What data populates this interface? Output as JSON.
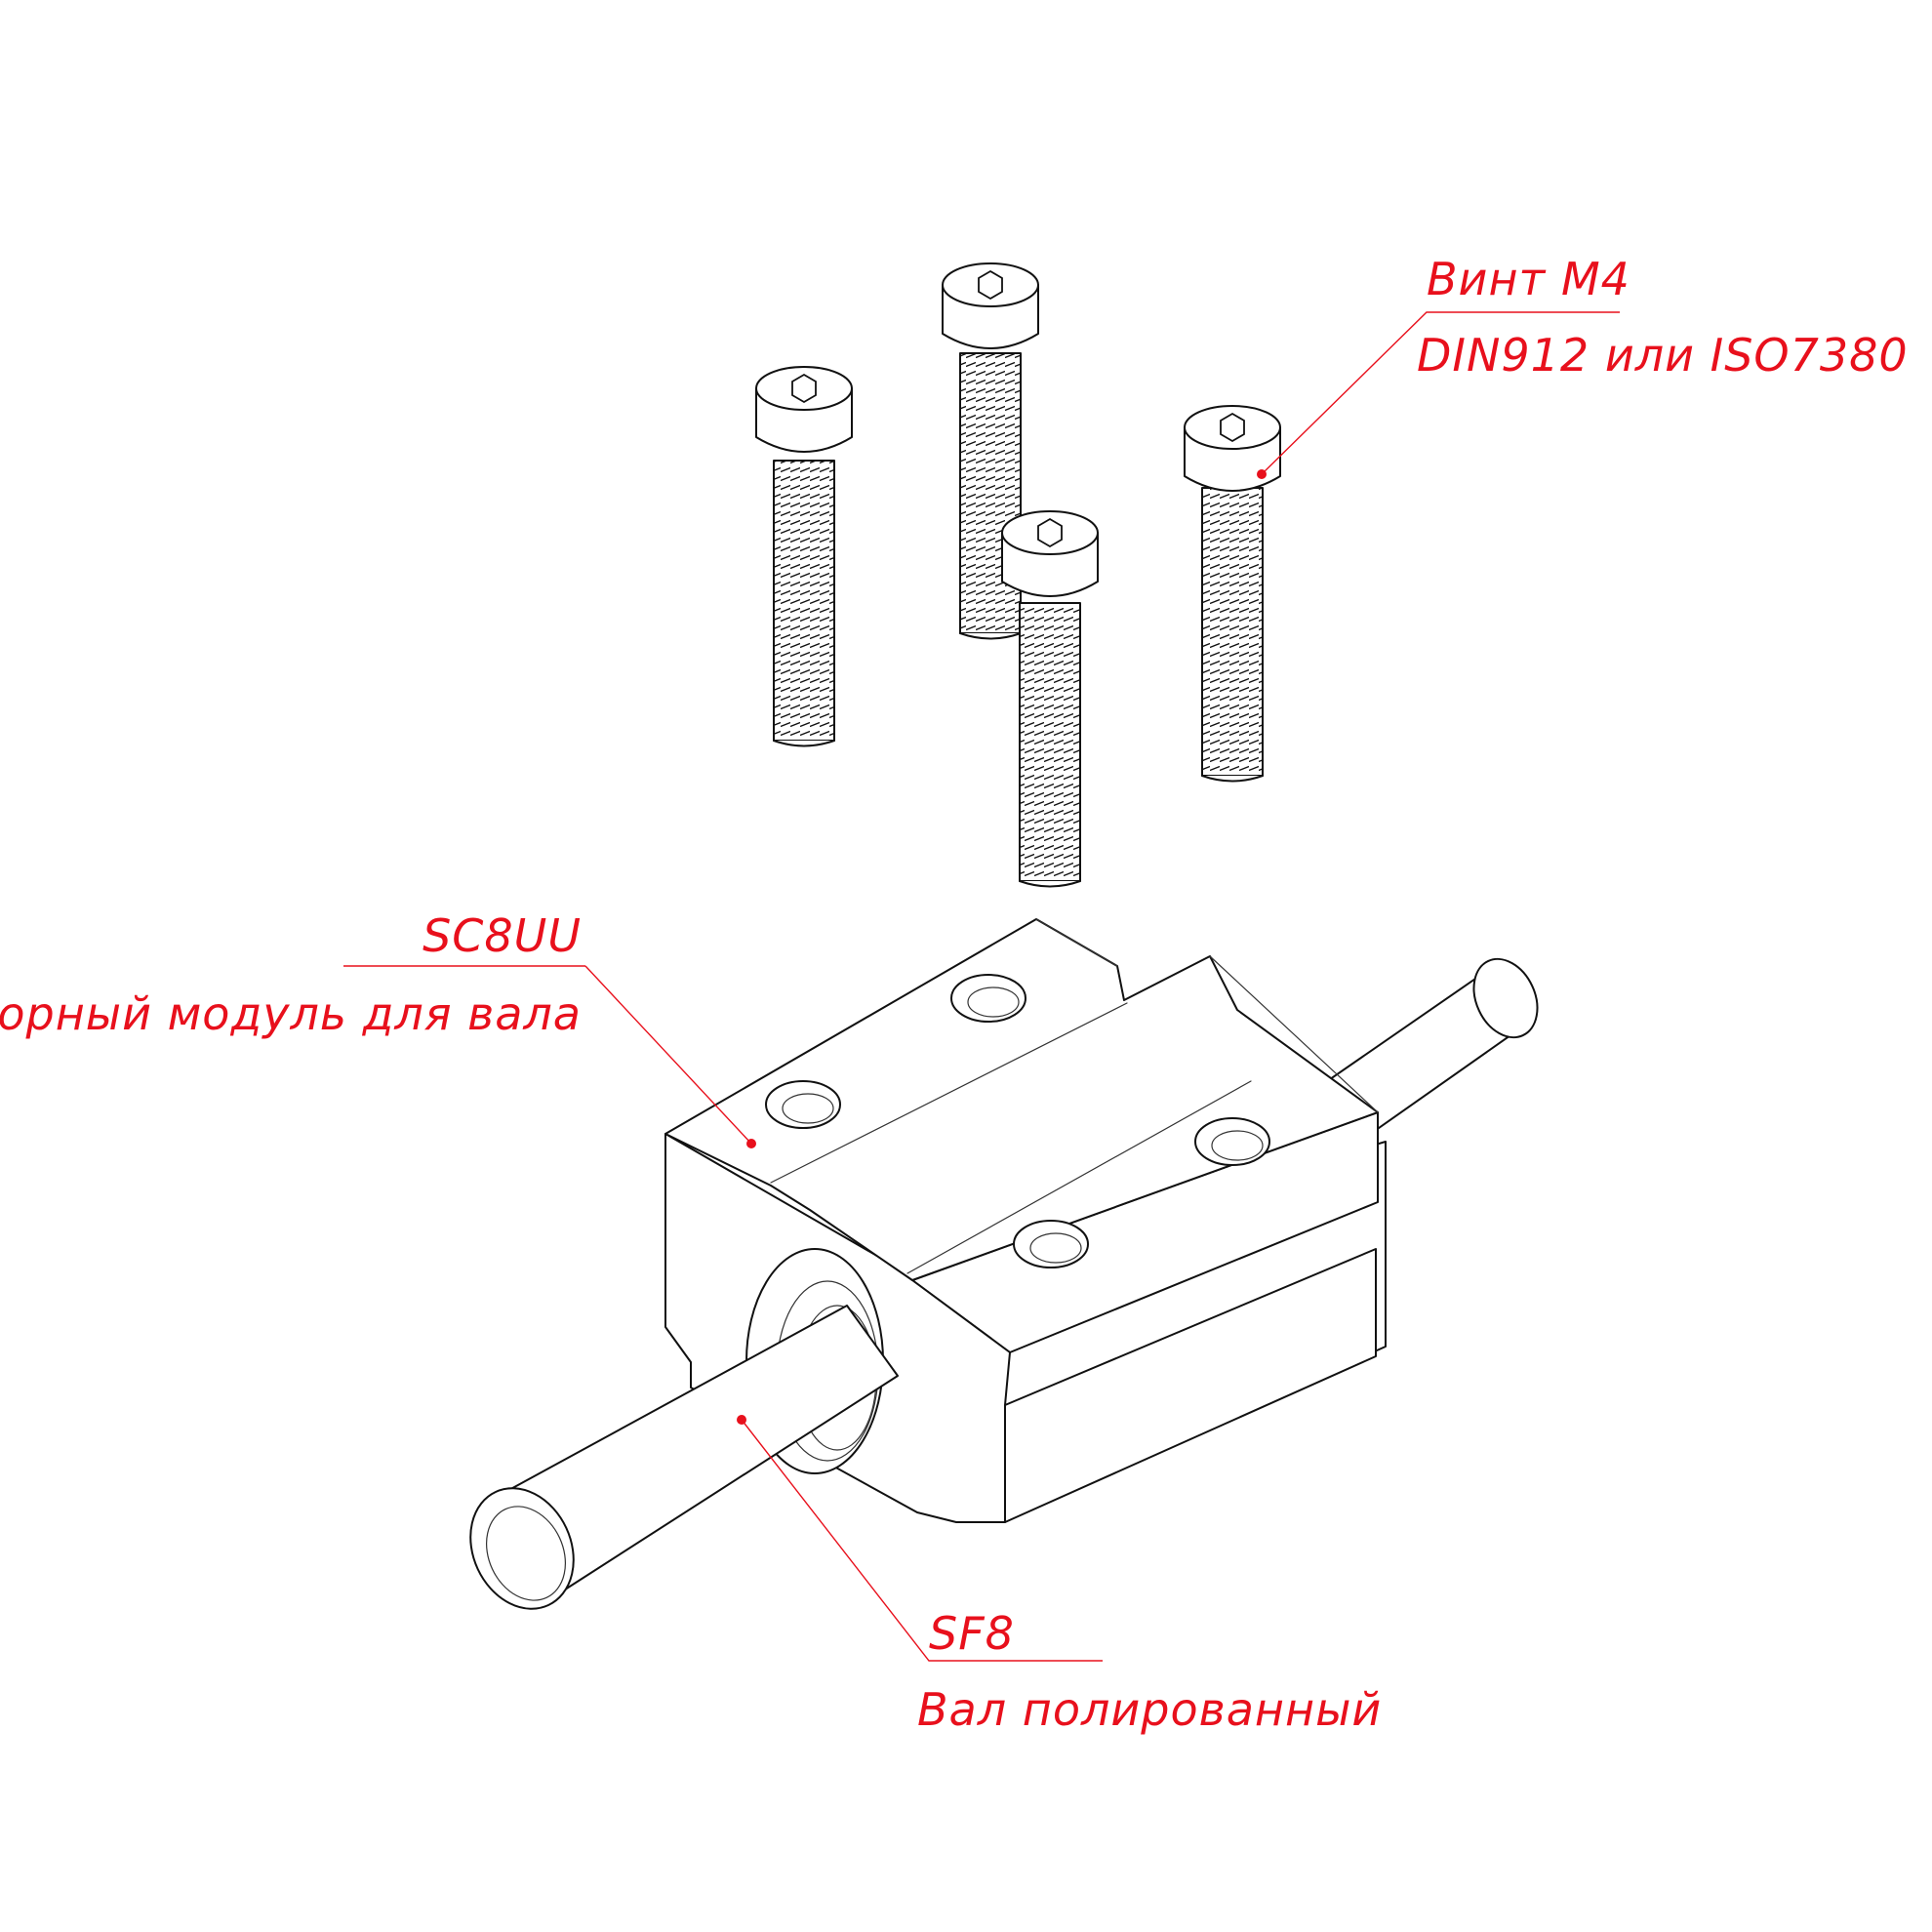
{
  "callouts": {
    "screw": {
      "line1": "Винт М4",
      "line2": "DIN912 или ISO7380"
    },
    "block": {
      "line1": "SC8UU",
      "line2": "Опорный модуль для вала"
    },
    "shaft": {
      "line1": "SF8",
      "line2": "Вал полированный"
    }
  },
  "colors": {
    "callout_red": "#e8101c",
    "line_black": "#111111",
    "background": "#ffffff"
  },
  "parts": [
    "socket-head-screw",
    "socket-head-screw",
    "socket-head-screw",
    "socket-head-screw",
    "linear-bearing-block",
    "polished-shaft"
  ]
}
